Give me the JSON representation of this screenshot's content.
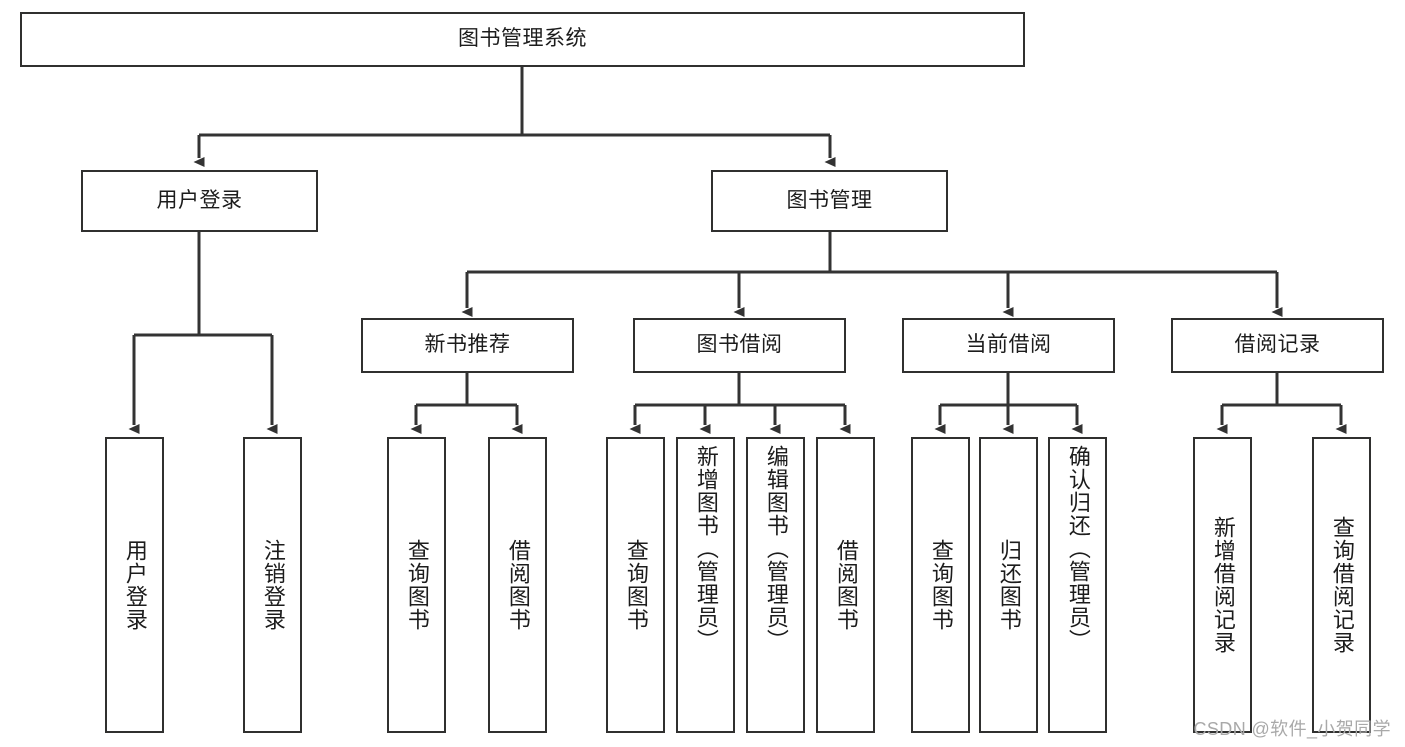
{
  "diagram": {
    "type": "tree",
    "title": "图书管理系统",
    "orientation": "top-down",
    "colors": {
      "node_border": "#30302f",
      "node_fill": "#ffffff",
      "edge": "#333333",
      "text": "#1c1c1c",
      "watermark": "#a9a9a9",
      "background": "#ffffff"
    },
    "root": {
      "id": "root",
      "label": "图书管理系统",
      "level": 0
    },
    "level1": [
      {
        "id": "user-login",
        "label": "用户登录",
        "level": 1
      },
      {
        "id": "book-management",
        "label": "图书管理",
        "level": 1
      }
    ],
    "level2": [
      {
        "id": "new-book-recommend",
        "label": "新书推荐",
        "level": 2,
        "parent": "book-management"
      },
      {
        "id": "book-borrow",
        "label": "图书借阅",
        "level": 2,
        "parent": "book-management"
      },
      {
        "id": "current-borrow",
        "label": "当前借阅",
        "level": 2,
        "parent": "book-management"
      },
      {
        "id": "borrow-record",
        "label": "借阅记录",
        "level": 2,
        "parent": "book-management"
      }
    ],
    "leaves": [
      {
        "id": "leaf-user-login",
        "label": "用户登录",
        "parent": "user-login"
      },
      {
        "id": "leaf-user-logout",
        "label": "注销登录",
        "parent": "user-login"
      },
      {
        "id": "leaf-query-book-1",
        "label": "查询图书",
        "parent": "new-book-recommend"
      },
      {
        "id": "leaf-borrow-book-1",
        "label": "借阅图书",
        "parent": "new-book-recommend"
      },
      {
        "id": "leaf-query-book-2",
        "label": "查询图书",
        "parent": "book-borrow"
      },
      {
        "id": "leaf-add-book",
        "label": "新增图书（管理员）",
        "parent": "book-borrow"
      },
      {
        "id": "leaf-edit-book",
        "label": "编辑图书（管理员）",
        "parent": "book-borrow"
      },
      {
        "id": "leaf-borrow-book-2",
        "label": "借阅图书",
        "parent": "book-borrow"
      },
      {
        "id": "leaf-query-book-3",
        "label": "查询图书",
        "parent": "current-borrow"
      },
      {
        "id": "leaf-return-book",
        "label": "归还图书",
        "parent": "current-borrow"
      },
      {
        "id": "leaf-confirm-return",
        "label": "确认归还（管理员）",
        "parent": "current-borrow"
      },
      {
        "id": "leaf-add-record",
        "label": "新增借阅记录",
        "parent": "borrow-record"
      },
      {
        "id": "leaf-query-record",
        "label": "查询借阅记录",
        "parent": "borrow-record"
      }
    ]
  },
  "watermark": {
    "text": "CSDN @软件_小贺同学"
  }
}
